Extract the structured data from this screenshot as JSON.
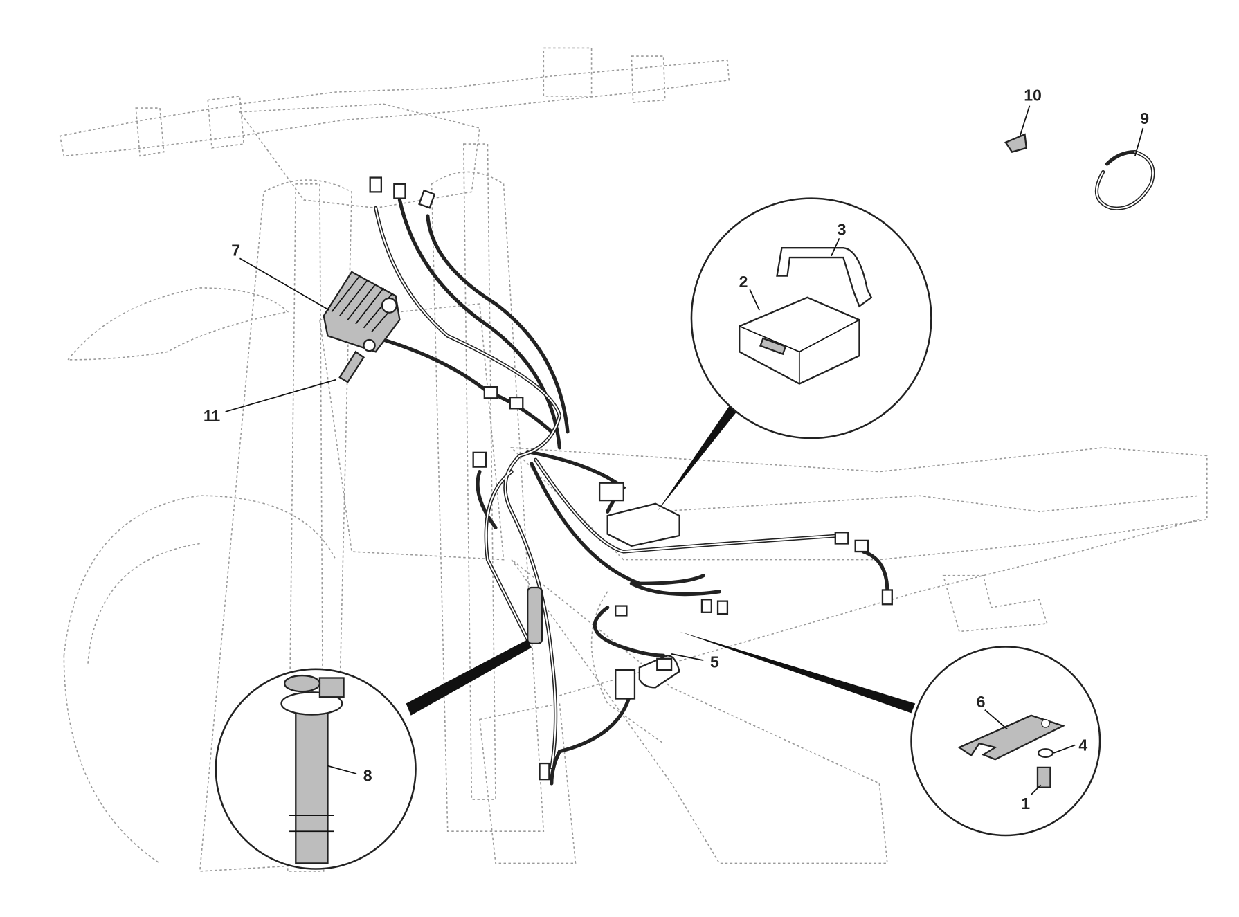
{
  "diagram": {
    "type": "exploded parts diagram",
    "callouts": {
      "c1": "1",
      "c2": "2",
      "c3": "3",
      "c4": "4",
      "c5": "5",
      "c6": "6",
      "c7": "7",
      "c8": "8",
      "c9": "9",
      "c10": "10",
      "c11": "11"
    },
    "colors": {
      "line": "#222222",
      "ghost": "#9a9a9a",
      "background": "#ffffff"
    }
  }
}
